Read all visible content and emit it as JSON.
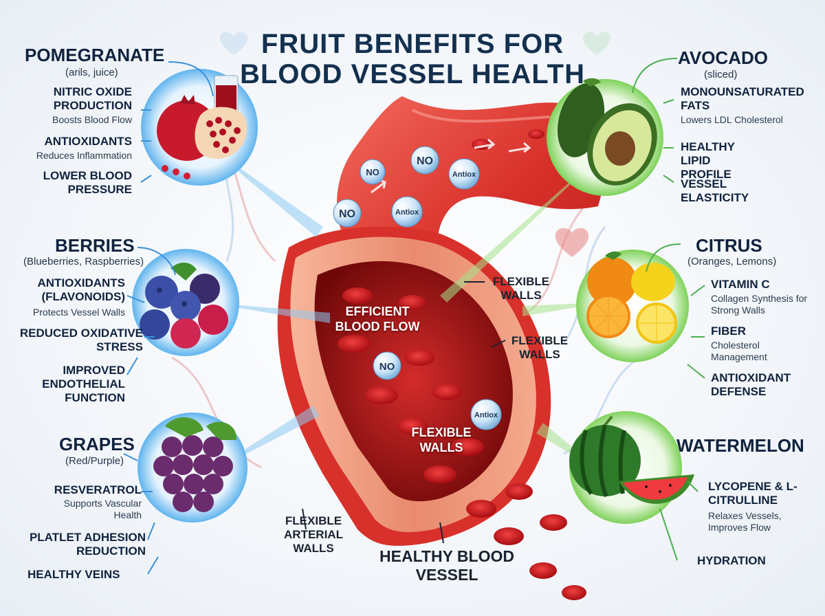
{
  "title": {
    "line1": "FRUIT BENEFITS FOR",
    "line2": "BLOOD VESSEL HEALTH"
  },
  "molecules": {
    "no": "NO",
    "antiox": "Antiox"
  },
  "vessel_labels": {
    "efficient_flow": "EFFICIENT BLOOD FLOW",
    "flexible_walls_1": "FLEXIBLE WALLS",
    "flexible_walls_2": "FLEXIBLE WALLS",
    "flexible_walls_inner": "FLEXIBLE WALLS",
    "flexible_arterial": "FLEXIBLE ARTERIAL WALLS",
    "healthy_vessel": "HEALTHY BLOOD VESSEL"
  },
  "pomegranate": {
    "name": "POMEGRANATE",
    "sub": "(arils, juice)",
    "benefits": [
      {
        "title": "NITRIC OXIDE PRODUCTION",
        "desc": "Boosts Blood Flow"
      },
      {
        "title": "ANTIOXIDANTS",
        "desc": "Reduces Inflammation"
      },
      {
        "title": "LOWER BLOOD PRESSURE",
        "desc": ""
      }
    ]
  },
  "berries": {
    "name": "BERRIES",
    "sub": "(Blueberries, Raspberries)",
    "benefits": [
      {
        "title": "ANTIOXIDANTS (FLAVONOIDS)",
        "desc": "Protects Vessel Walls"
      },
      {
        "title": "REDUCED OXIDATIVE STRESS",
        "desc": ""
      },
      {
        "title": "IMPROVED ENDOTHELIAL FUNCTION",
        "desc": ""
      }
    ]
  },
  "grapes": {
    "name": "GRAPES",
    "sub": "(Red/Purple)",
    "benefits": [
      {
        "title": "RESVERATROL",
        "desc": "Supports Vascular Health"
      },
      {
        "title": "PLATLET ADHESION REDUCTION",
        "desc": ""
      },
      {
        "title": "HEALTHY VEINS",
        "desc": ""
      }
    ]
  },
  "avocado": {
    "name": "AVOCADO",
    "sub": "(sliced)",
    "benefits": [
      {
        "title": "MONOUNSATURATED FATS",
        "desc": "Lowers LDL Cholesterol"
      },
      {
        "title": "HEALTHY LIPID PROFILE",
        "desc": ""
      },
      {
        "title": "VESSEL ELASTICITY",
        "desc": ""
      }
    ]
  },
  "citrus": {
    "name": "CITRUS",
    "sub": "(Oranges, Lemons)",
    "benefits": [
      {
        "title": "VITAMIN C",
        "desc": "Collagen Synthesis for Strong Walls"
      },
      {
        "title": "FIBER",
        "desc": "Cholesterol Management"
      },
      {
        "title": "ANTIOXIDANT DEFENSE",
        "desc": ""
      }
    ]
  },
  "watermelon": {
    "name": "WATERMELON",
    "sub": "",
    "benefits": [
      {
        "title": "LYCOPENE & L-CITRULLINE",
        "desc": "Relaxes Vessels, Improves Flow"
      },
      {
        "title": "HYDRATION",
        "desc": ""
      }
    ]
  },
  "colors": {
    "blood": "#c8121e",
    "accent_blue": "#3a8fd6",
    "accent_green": "#4caf50",
    "text": "#10223d"
  }
}
